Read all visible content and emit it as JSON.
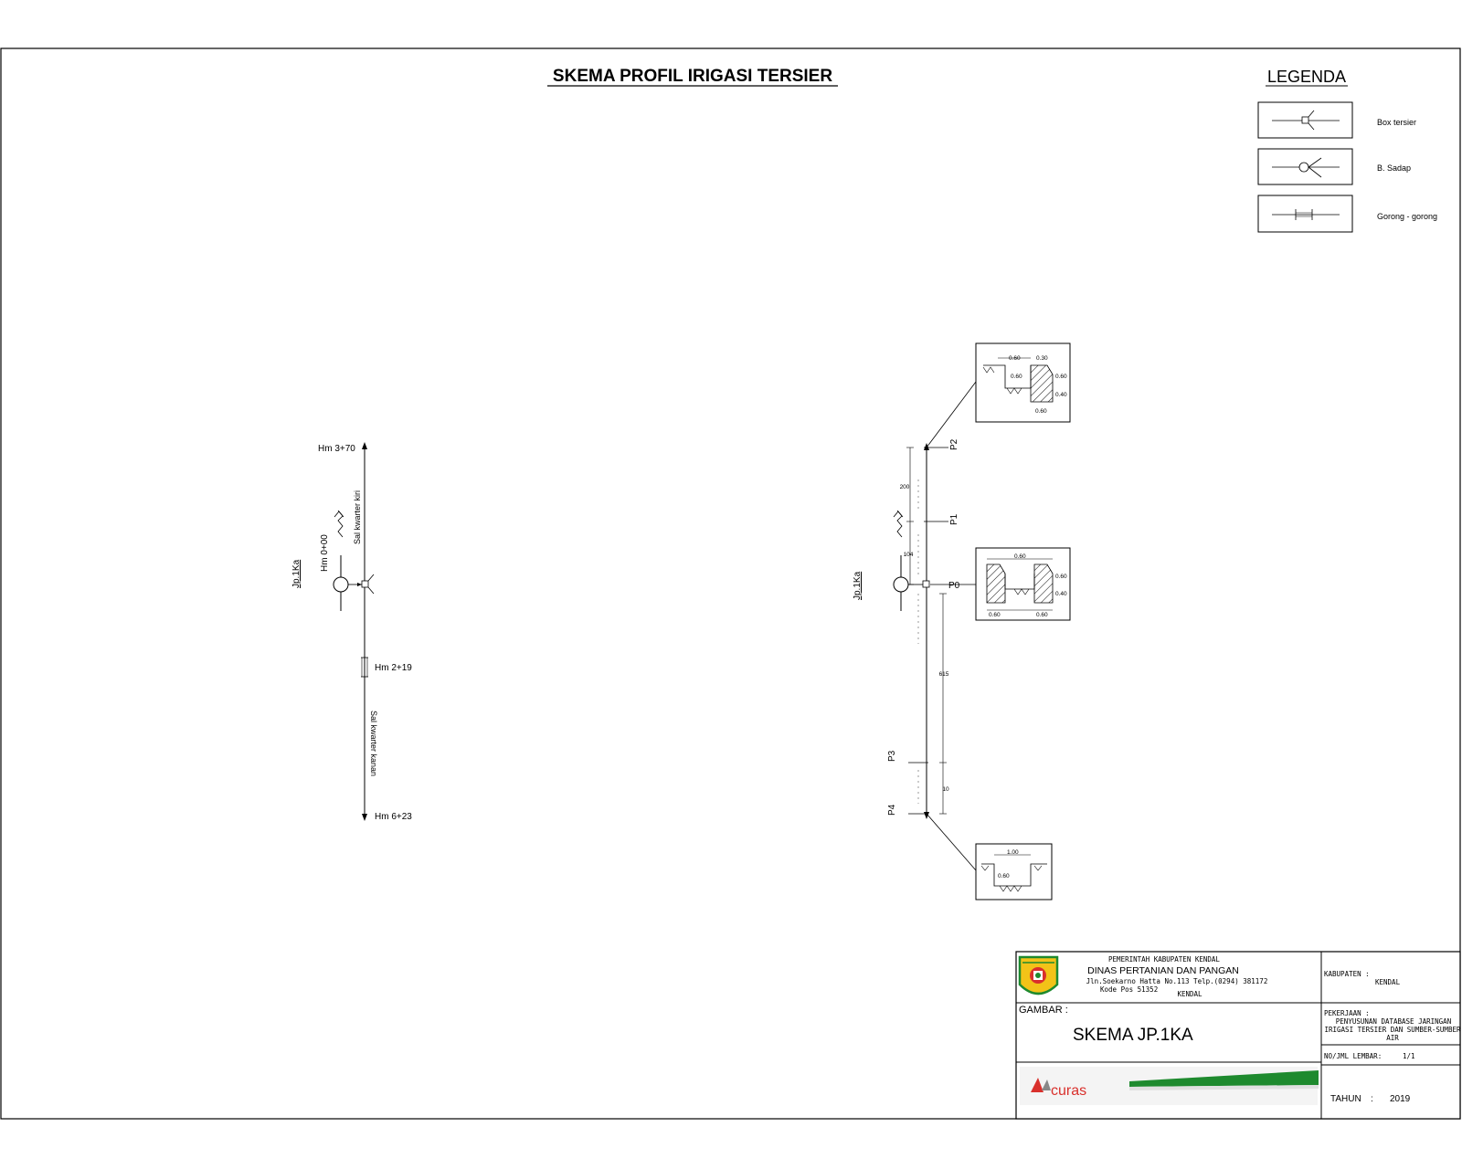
{
  "title": "SKEMA PROFIL IRIGASI TERSIER",
  "legend": {
    "title": "LEGENDA",
    "items": [
      {
        "icon": "box-tersier-symbol",
        "label": "Box tersier"
      },
      {
        "icon": "bangunan-sadap-symbol",
        "label": "B. Sadap"
      },
      {
        "icon": "gorong-gorong-symbol",
        "label": "Gorong - gorong"
      }
    ]
  },
  "left_schema": {
    "channel_id": "Jp.1Ka",
    "hm_top": "Hm 3+70",
    "hm_start": "Hm 0+00",
    "hm_culvert": "Hm 2+19",
    "hm_bottom": "Hm 6+23",
    "channel_left": "Sal kwarter kiri",
    "channel_right": "Sal kwarter kanan"
  },
  "right_schema": {
    "channel_id": "Jp.1Ka",
    "points": [
      "P2",
      "P1",
      "P0",
      "P3",
      "P4"
    ],
    "dimensions": [
      "200",
      "104",
      "615",
      "10"
    ],
    "section_values": {
      "top_width": "0.60",
      "top_plank": "0.30",
      "inner_width": "0.60",
      "wall_height": "0.60",
      "base_thickness": "0.40",
      "bottom_width": "0.60",
      "end_width": "1.00"
    }
  },
  "title_block": {
    "gov_line1": "PEMERINTAH KABUPATEN KENDAL",
    "gov_line2": "DINAS PERTANIAN DAN PANGAN",
    "address": "Jln.Soekarno Hatta No.113 Telp.(0294) 381172",
    "postal": "Kode Pos 51352",
    "city": "KENDAL",
    "kabupaten_label": "KABUPATEN :",
    "kabupaten_value": "KENDAL",
    "gambar_label": "GAMBAR :",
    "gambar_value": "SKEMA JP.1KA",
    "pekerjaan_label": "PEKERJAAN :",
    "pekerjaan_value_1": "PENYUSUNAN DATABASE JARINGAN",
    "pekerjaan_value_2": "IRIGASI TERSIER DAN SUMBER-SUMBER",
    "pekerjaan_value_3": "AIR",
    "sheet_label": "NO/JML LEMBAR:",
    "sheet_value": "1/1",
    "tahun_label": "TAHUN",
    "tahun_sep": ":",
    "tahun_value": "2019",
    "consultant_logo_text": "curas"
  },
  "colors": {
    "line": "#000000",
    "logo_green": "#1e8a2e",
    "logo_red": "#d9302c",
    "logo_yellow": "#f2c318"
  }
}
